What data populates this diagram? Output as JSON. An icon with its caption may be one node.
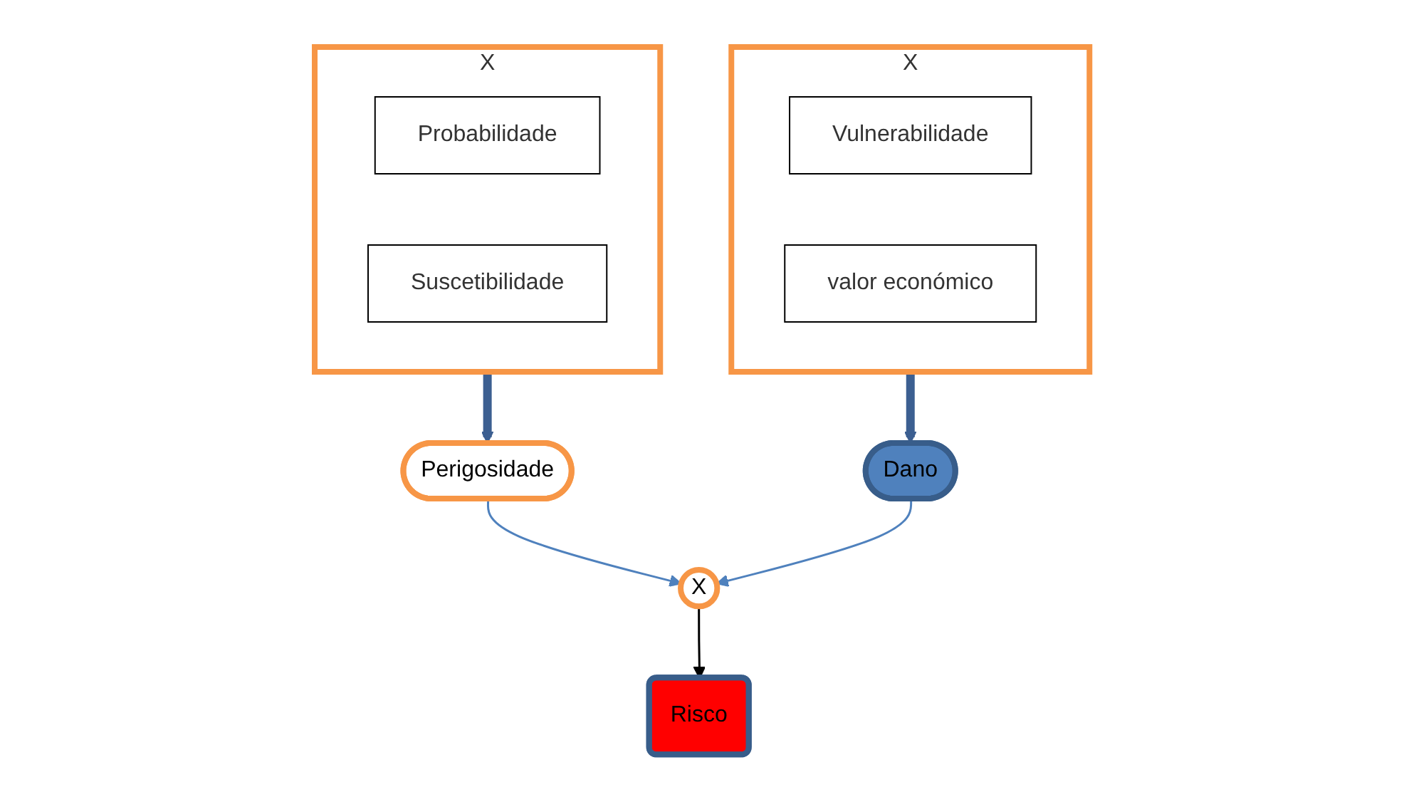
{
  "diagram": {
    "nodes": [
      {
        "text": [
          "X"
        ]
      },
      {
        "text": [
          "Probabilidade"
        ],
        "in": 0
      },
      {
        "text": [
          "Suscetibilidade"
        ],
        "in": 0
      },
      {
        "text": [
          "Perigosidade"
        ]
      },
      {
        "text": [
          "X"
        ]
      },
      {
        "text": [
          "Vulnerabilidade"
        ],
        "in": 4
      },
      {
        "text": [
          "valor económico"
        ],
        "in": 4
      },
      {
        "text": [
          "Dano"
        ]
      },
      {
        "text": [
          "X"
        ]
      },
      {
        "text": [
          "Risco"
        ]
      }
    ],
    "edges": [
      {
        "from": 0,
        "to": 3,
        "arrow": "to",
        "style": "thick",
        "color": "#3c5f91"
      },
      {
        "from": 4,
        "to": 7,
        "arrow": "to",
        "style": "thick",
        "color": "#3c5f91"
      },
      {
        "from": 3,
        "to": 8,
        "arrow": "to"
      },
      {
        "from": 7,
        "to": 8,
        "arrow": "to"
      },
      {
        "from": 8,
        "to": 9,
        "arrow": "to",
        "color": "#000000"
      }
    ]
  }
}
